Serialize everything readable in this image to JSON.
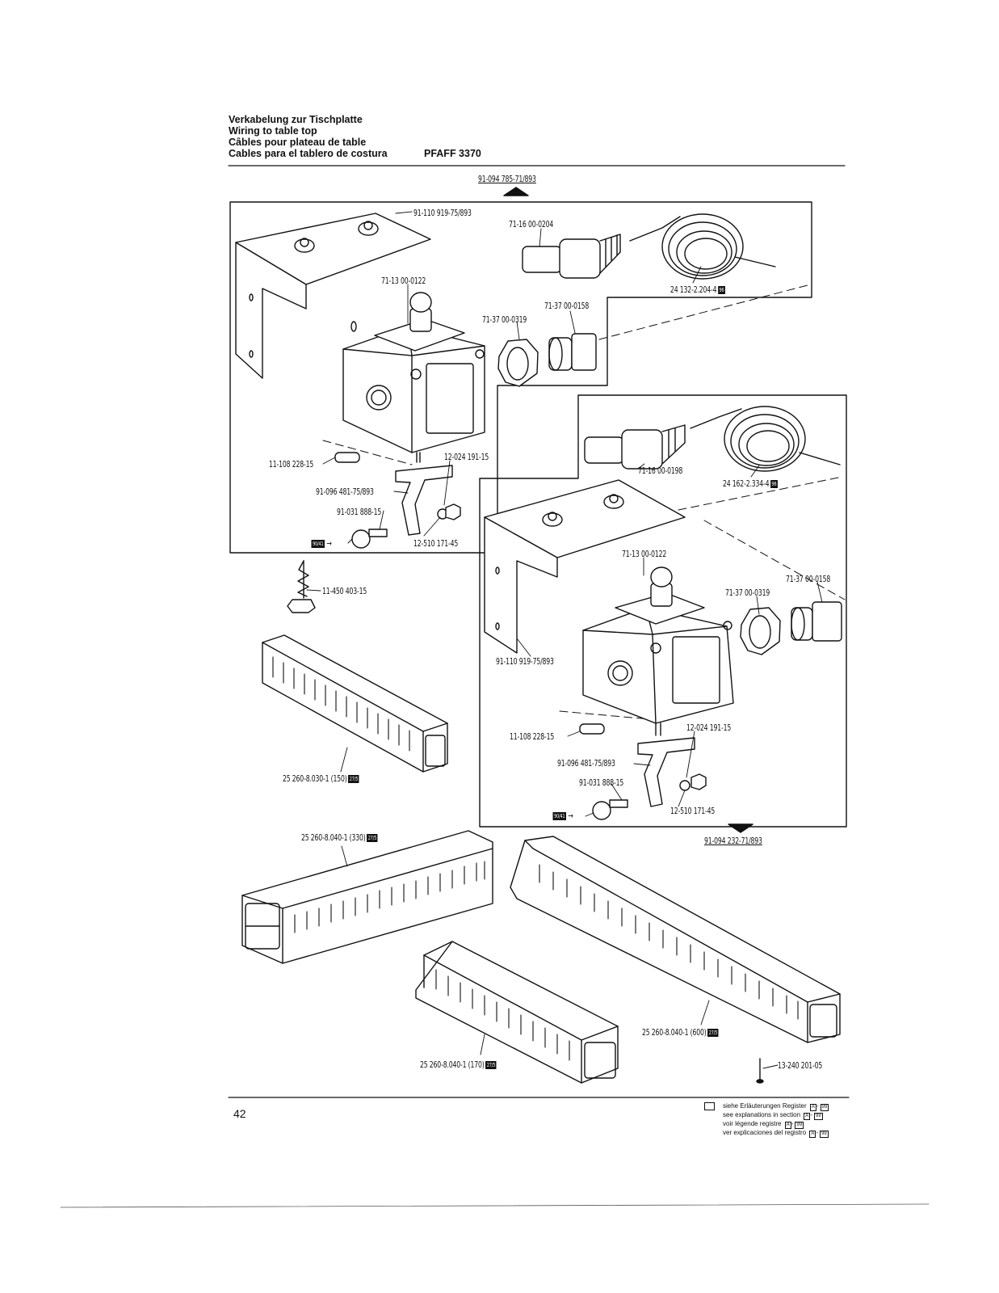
{
  "header": {
    "title_de": "Verkabelung zur Tischplatte",
    "title_en": "Wiring to table top",
    "title_fr": "Câbles pour plateau de table",
    "title_es": "Cables para el tablero de costura",
    "model": "PFAFF 3370"
  },
  "assembly_refs": {
    "top": "91-094 785-71/893",
    "bottom": "91-094 232-71/893"
  },
  "parts_left": {
    "bracket": "91-110 919-75/893",
    "connector": "71-16 00-0204",
    "cable": "24 132-2.204-4",
    "cable_ref": "96",
    "switch": "71-13 00-0122",
    "gland": "71-37 00-0158",
    "nut": "71-37 00-0319",
    "screw": "11-108 228-15",
    "washer_nut": "12-024 191-15",
    "lever": "91-096 481-75/893",
    "ball": "91-031 888-15",
    "ball_ref": "90/41",
    "washer": "12-510 171-45"
  },
  "wood_screw": "11-450 403-15",
  "parts_right": {
    "connector": "71-16 00-0198",
    "cable": "24 162-2.334-4",
    "cable_ref": "96",
    "switch": "71-13 00-0122",
    "gland": "71-37 00-0158",
    "nut": "71-37 00-0319",
    "bracket": "91-110 919-75/893",
    "screw": "11-108 228-15",
    "washer_nut": "12-024 191-15",
    "lever": "91-096 481-75/893",
    "ball": "91-031 888-15",
    "ball_ref": "90/41",
    "washer": "12-510 171-45"
  },
  "ducts": {
    "d150": "25 260-8.030-1 (150)",
    "d330": "25 260-8.040-1 (330)",
    "d600": "25 260-8.040-1 (600)",
    "d170": "25 260-8.040-1 (170)",
    "ref": "27/5"
  },
  "pin": "13-240 201-05",
  "page_number": "42",
  "legend": {
    "de": "siehe Erläuterungen Register",
    "en": "see explanations in section",
    "fr": "voir légende registre",
    "es": "ver explicaciones del registro",
    "key": "A",
    "ref": "99"
  }
}
